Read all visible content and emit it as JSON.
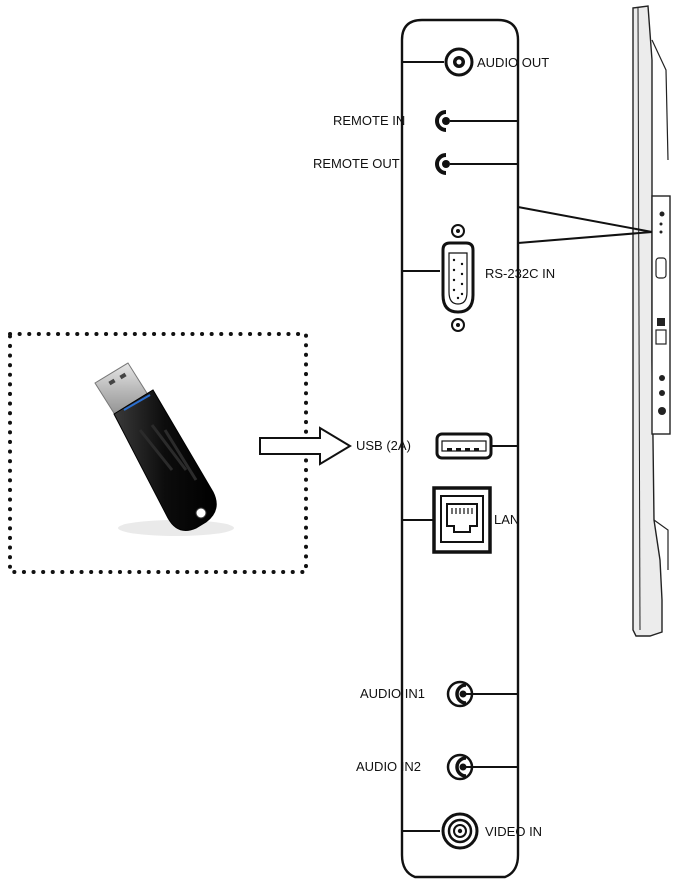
{
  "panel_labels": {
    "audio_out": "AUDIO OUT",
    "remote_in": "REMOTE IN",
    "remote_out": "REMOTE OUT",
    "rs232c_in": "RS-232C IN",
    "usb": "USB (2A)",
    "lan": "LAN",
    "audio_in1": "AUDIO IN1",
    "audio_in2": "AUDIO IN2",
    "video_in": "VIDEO IN"
  },
  "icons": {
    "usb_stick": "usb-flash-drive-icon",
    "arrow": "right-arrow-icon",
    "audio_jack": "audio-jack-icon",
    "serial_port": "db9-serial-port-icon",
    "usb_port": "usb-port-icon",
    "lan_port": "rj45-lan-port-icon",
    "video_jack": "rca-jack-icon"
  },
  "colors": {
    "line": "#111111",
    "monitor_fill": "#ececec",
    "stick_body": "#111111",
    "stick_metal": "#c9c9c9"
  }
}
